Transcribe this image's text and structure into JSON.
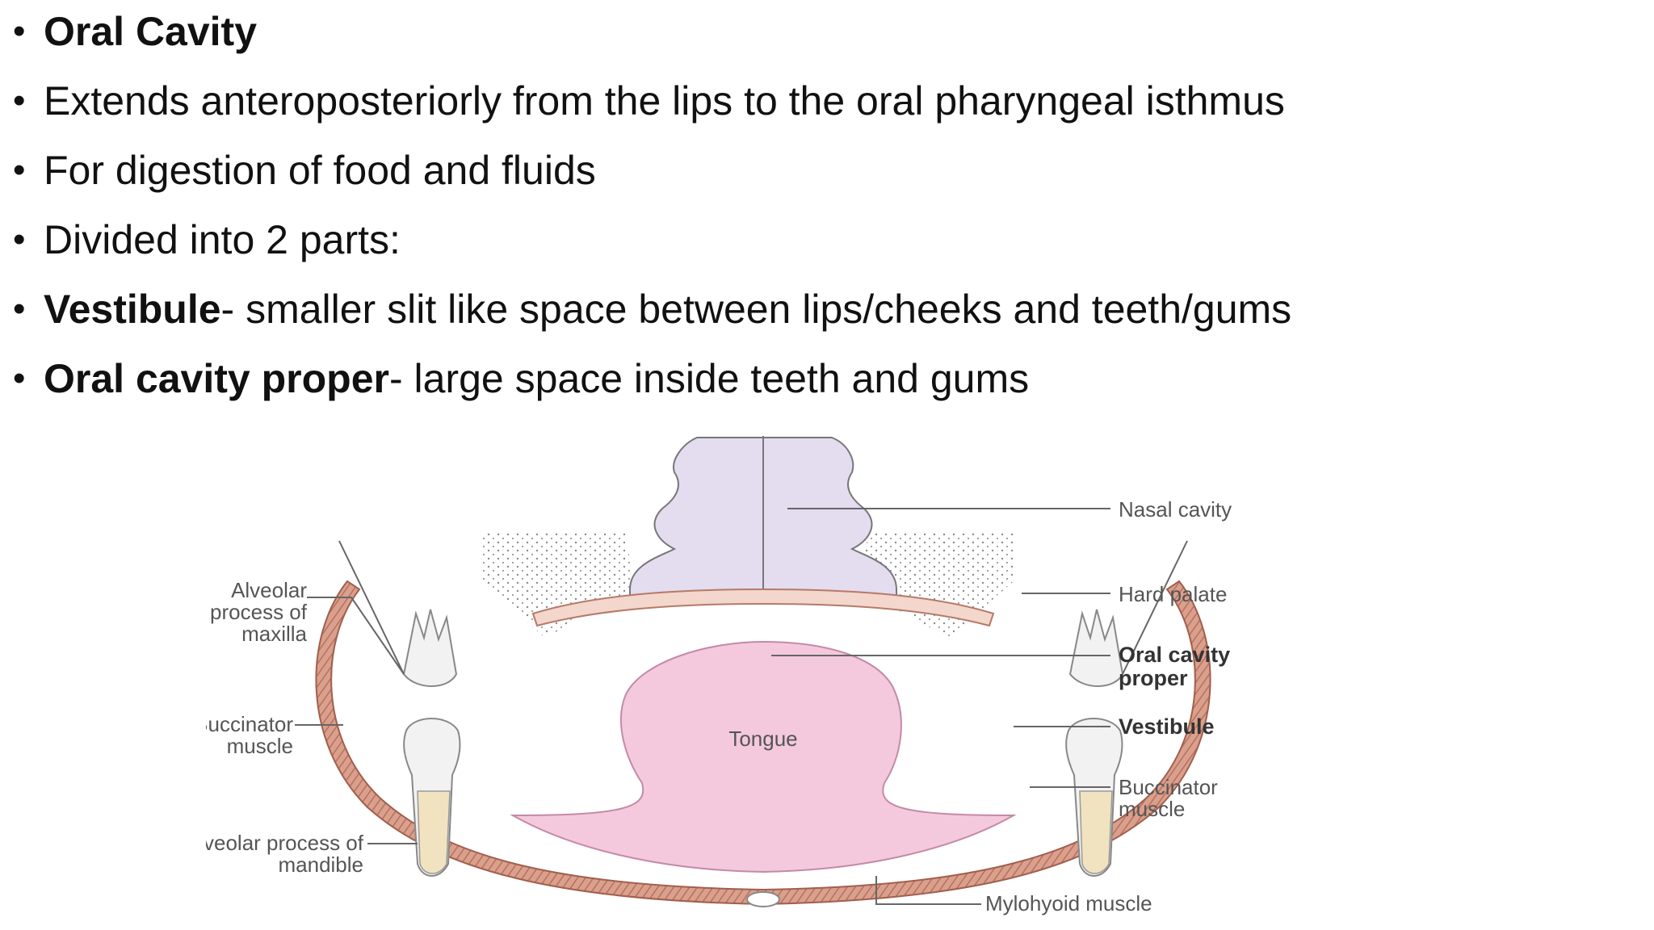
{
  "bullets": [
    {
      "bold": "Oral Cavity",
      "text": ""
    },
    {
      "bold": "",
      "text": "Extends anteroposteriorly from the lips to the oral pharyngeal isthmus"
    },
    {
      "bold": "",
      "text": "For digestion of food and fluids"
    },
    {
      "bold": "",
      "text": "Divided into 2 parts:"
    },
    {
      "bold": "Vestibule",
      "text": "- smaller slit like space between lips/cheeks and teeth/gums"
    },
    {
      "bold": "Oral cavity proper",
      "text": "- large space inside teeth and gums"
    }
  ],
  "diagram": {
    "labels": {
      "nasal_cavity": "Nasal cavity",
      "hard_palate": "Hard palate",
      "oral_cavity_proper_1": "Oral cavity",
      "oral_cavity_proper_2": "proper",
      "vestibule": "Vestibule",
      "buccinator_right_1": "Buccinator",
      "buccinator_right_2": "muscle",
      "mylohyoid": "Mylohyoid muscle",
      "alveolar_maxilla_1": "Alveolar",
      "alveolar_maxilla_2": "process of",
      "alveolar_maxilla_3": "maxilla",
      "buccinator_left_1": "Buccinator",
      "buccinator_left_2": "muscle",
      "alveolar_mandible_1": "Alveolar process of",
      "alveolar_mandible_2": "mandible",
      "tongue": "Tongue"
    },
    "colors": {
      "muscle": "#d9a08d",
      "muscle_stripe": "#b8705c",
      "nasal": "#e4dcef",
      "tongue": "#f4c9dd",
      "tooth": "#f2f2f2",
      "root": "#f1e3bf"
    }
  }
}
